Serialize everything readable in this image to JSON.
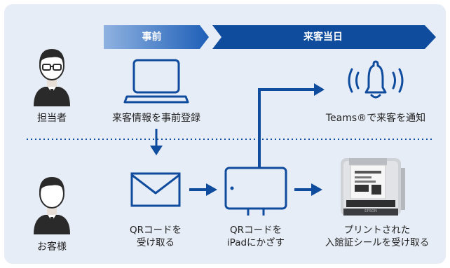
{
  "colors": {
    "panel_bg": "#e7edf6",
    "accent": "#0f4c9e",
    "accent_light": "#6f9bd6",
    "person_dark": "#2a2a2a",
    "text": "#222222"
  },
  "phases": {
    "before": "事前",
    "day_of": "来客当日"
  },
  "rows": {
    "staff_label": "担当者",
    "guest_label": "お客様"
  },
  "steps": {
    "register": "来客情報を事前登録",
    "notify": "Teams®で来客を通知",
    "receive_qr": [
      "QRコードを",
      "受け取る"
    ],
    "hold_qr": [
      "QRコードを",
      "iPadにかざす"
    ],
    "printed": [
      "プリントされた",
      "入館証シールを受け取る"
    ]
  },
  "icons": {
    "staff": "person-icon",
    "guest": "person-icon",
    "laptop": "laptop-icon",
    "bell": "bell-icon",
    "mail": "envelope-icon",
    "tablet": "tablet-icon",
    "printer": "label-printer-icon"
  },
  "printer_brand": "EPSON"
}
